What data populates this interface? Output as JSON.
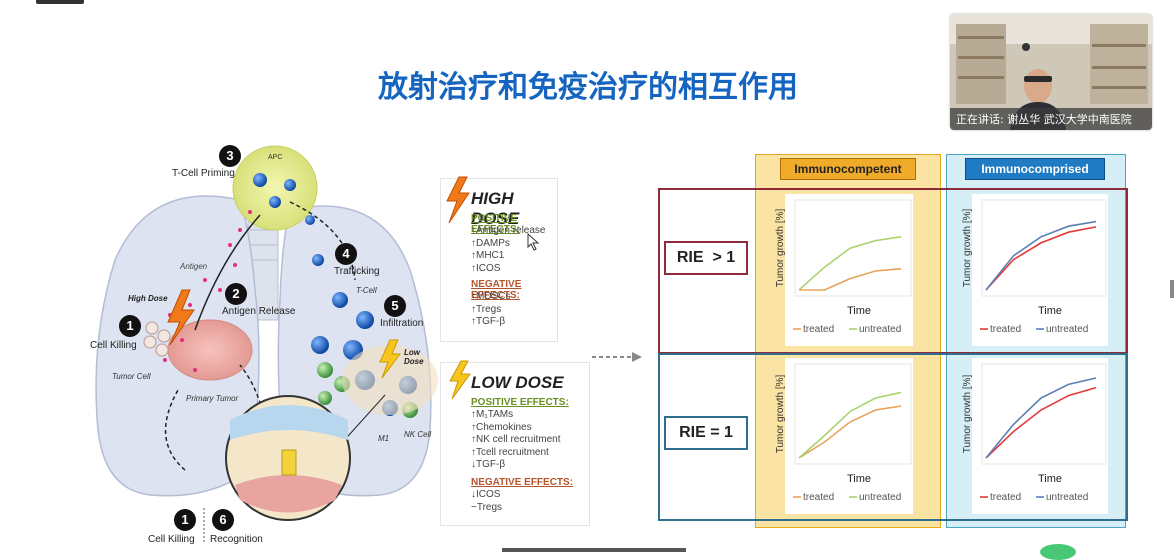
{
  "slide": {
    "title": "放射治疗和免疫治疗的相互作用"
  },
  "video": {
    "caption": "正在讲话: 谢丛华 武汉大学中南医院"
  },
  "lung_diagram": {
    "steps": [
      {
        "num": "1",
        "label": "Cell Killing"
      },
      {
        "num": "2",
        "label": "Antigen Release"
      },
      {
        "num": "3",
        "label": "T-Cell Priming"
      },
      {
        "num": "4",
        "label": "Trafficking"
      },
      {
        "num": "5",
        "label": "Infiltration"
      }
    ],
    "labels": {
      "apc": "APC",
      "antigen": "Antigen",
      "high_dose": "High Dose",
      "low_dose": "Low Dose",
      "tumor_cell": "Tumor Cell",
      "primary_tumor": "Primary Tumor",
      "t_cell": "T-Cell",
      "m1": "M1",
      "nk_cell": "NK Cell"
    },
    "bottom": {
      "num1": "1",
      "label1": "Cell Killing",
      "num6": "6",
      "label6": "Recognition"
    }
  },
  "high_dose": {
    "title": "HIGH DOSE",
    "positive_heading": "POSITIVE EFFECTS:",
    "positive": [
      "↑Antigen release",
      "↑DAMPs",
      "↑MHC1",
      "↑ICOS"
    ],
    "negative_heading": "NEGATIVE EFFECTS:",
    "negative": [
      "↑MDSCs",
      "↑Tregs",
      "↑TGF-β"
    ]
  },
  "low_dose": {
    "title": "LOW DOSE",
    "positive_heading": "POSITIVE EFFECTS:",
    "positive": [
      "↑M₁TAMs",
      "↑Chemokines",
      "↑NK cell recruitment",
      "↑Tcell recruitment",
      "↓TGF-β"
    ],
    "negative_heading": "NEGATIVE EFFECTS:",
    "negative": [
      "↓ICOS",
      "−Tregs"
    ]
  },
  "grid": {
    "col1_header": "Immunocompetent",
    "col2_header": "Immunocomprised",
    "row1_label": "RIE  > 1",
    "row2_label": "RIE = 1",
    "colors": {
      "competent_fill": "#fbe3a4",
      "competent_border": "#e6a91c",
      "comprised_fill": "#d6eef6",
      "comprised_border": "#4aa3c7",
      "row1_border": "#8e2a3a",
      "row2_border": "#2e6f8e",
      "treated_compet": "#e8a25e",
      "untreated_compet": "#a9d36b",
      "treated_comp": "#e53935",
      "untreated_comp": "#5b7fb5"
    }
  },
  "chart_data": [
    {
      "type": "line",
      "panel": "Immunocompetent / RIE > 1",
      "xlabel": "Time",
      "ylabel": "Tumor growth [%]",
      "x": [
        0,
        1,
        2,
        3,
        4
      ],
      "series": [
        {
          "name": "treated",
          "values": [
            0,
            0,
            0.15,
            0.25,
            0.28
          ]
        },
        {
          "name": "untreated",
          "values": [
            0,
            0.3,
            0.55,
            0.65,
            0.7
          ]
        }
      ]
    },
    {
      "type": "line",
      "panel": "Immunocomprised / RIE > 1",
      "xlabel": "Time",
      "ylabel": "Tumor growth [%]",
      "x": [
        0,
        1,
        2,
        3,
        4
      ],
      "series": [
        {
          "name": "treated",
          "values": [
            0,
            0.4,
            0.62,
            0.76,
            0.83
          ]
        },
        {
          "name": "untreated",
          "values": [
            0,
            0.45,
            0.7,
            0.84,
            0.9
          ]
        }
      ]
    },
    {
      "type": "line",
      "panel": "Immunocompetent / RIE = 1",
      "xlabel": "Time",
      "ylabel": "Tumor growth [%]",
      "x": [
        0,
        1,
        2,
        3,
        4
      ],
      "series": [
        {
          "name": "treated",
          "values": [
            0,
            0.2,
            0.45,
            0.6,
            0.65
          ]
        },
        {
          "name": "untreated",
          "values": [
            0,
            0.28,
            0.58,
            0.75,
            0.82
          ]
        }
      ]
    },
    {
      "type": "line",
      "panel": "Immunocomprised / RIE = 1",
      "xlabel": "Time",
      "ylabel": "Tumor growth [%]",
      "x": [
        0,
        1,
        2,
        3,
        4
      ],
      "series": [
        {
          "name": "treated",
          "values": [
            0,
            0.33,
            0.6,
            0.78,
            0.88
          ]
        },
        {
          "name": "untreated",
          "values": [
            0,
            0.42,
            0.75,
            0.92,
            1.0
          ]
        }
      ]
    }
  ]
}
